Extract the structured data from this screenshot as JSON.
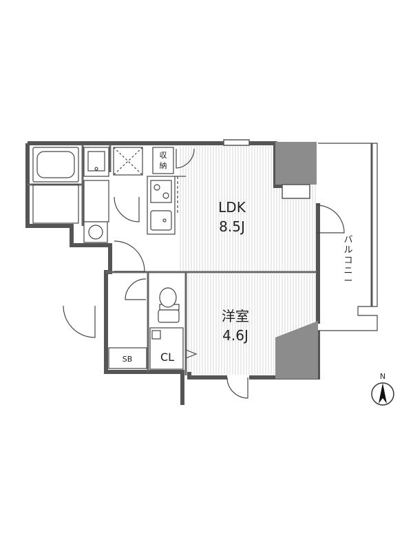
{
  "rooms": {
    "ldk": {
      "name": "LDK",
      "size": "8.5J"
    },
    "western": {
      "name": "洋室",
      "size": "4.6J"
    },
    "storage": {
      "name": "収納"
    },
    "balcony": {
      "name": "バルコニー"
    },
    "closet": {
      "name": "CL"
    },
    "shoe_box": {
      "name": "SB"
    }
  },
  "compass": {
    "label": "N"
  },
  "colors": {
    "wall": "#555555",
    "pillar": "#8c8c8c",
    "floor_line": "#d6d6d6"
  }
}
